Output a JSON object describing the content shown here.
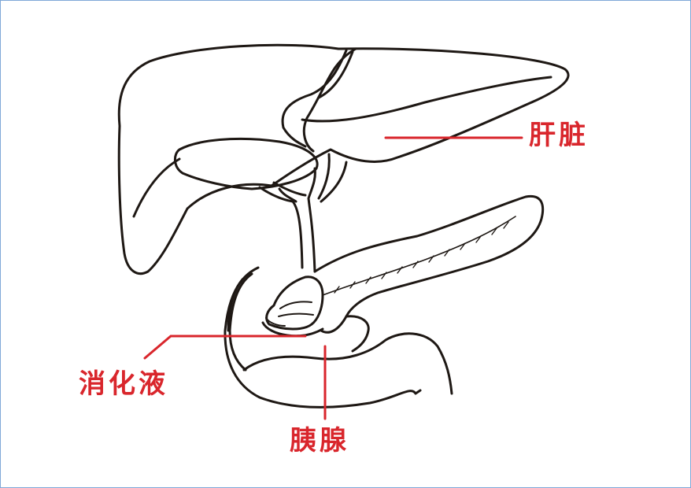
{
  "labels": {
    "liver": "肝脏",
    "digestive_juice": "消化液",
    "pancreas": "胰腺"
  },
  "colors": {
    "label": "#d9262c",
    "outline": "#1e1814",
    "frame": "#7fa8d8"
  }
}
